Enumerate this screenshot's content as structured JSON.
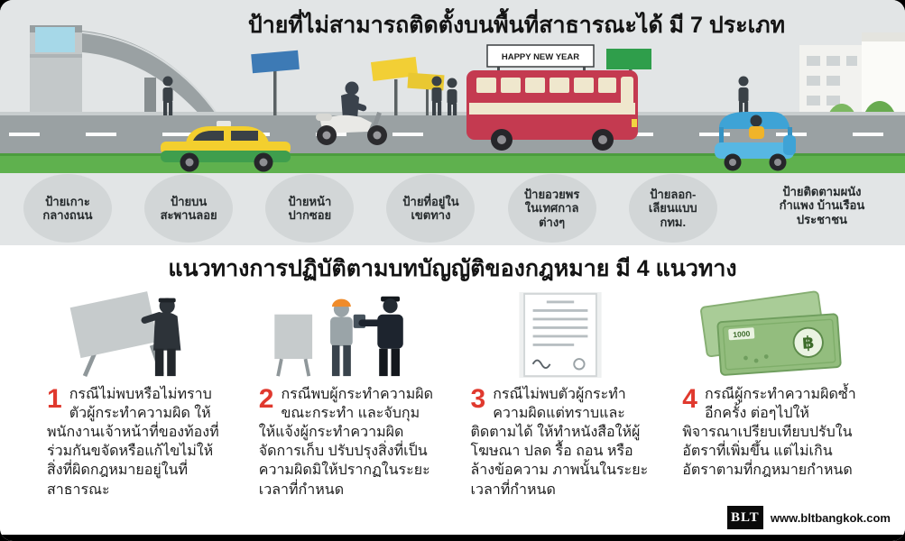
{
  "section_signs": {
    "title": "ป้ายที่ไม่สามารถติดตั้งบนพื้นที่สาธารณะได้ มี 7 ประเภท",
    "bus_banner": "HAPPY NEW YEAR",
    "types": [
      {
        "label": "ป้ายเกาะ\nกลางถนน"
      },
      {
        "label": "ป้ายบน\nสะพานลอย"
      },
      {
        "label": "ป้ายหน้า\nปากซอย"
      },
      {
        "label": "ป้ายที่อยู่ใน\nเขตทาง"
      },
      {
        "label": "ป้ายอวยพร\nในเทศกาล\nต่างๆ"
      },
      {
        "label": "ป้ายลอก-\nเลียนแบบ\nกทม."
      },
      {
        "label": "ป้ายติดตามผนัง\nกำแพง บ้านเรือน\nประชาชน"
      }
    ]
  },
  "section_guidelines": {
    "title": "แนวทางการปฏิบัติตามบทบัญญัติของกฎหมาย มี 4 แนวทาง",
    "items": [
      {
        "number": "1",
        "text": "กรณีไม่พบหรือไม่ทราบตัวผู้กระทำความผิด ให้พนักงานเจ้าหน้าที่ของท้องที่ร่วมกันขจัดหรือแก้ไขไม่ให้สิ่งที่ผิดกฎหมายอยู่ในที่สาธารณะ",
        "icon": "worker-removing-sign"
      },
      {
        "number": "2",
        "text": "กรณีพบผู้กระทำความผิดขณะกระทำ และจับกุม ให้แจ้งผู้กระทำความผิดจัดการเก็บ ปรับปรุงสิ่งที่เป็นความผิดมิให้ปรากฏในระยะเวลาที่กำหนด",
        "icon": "officer-arresting-offender"
      },
      {
        "number": "3",
        "text": "กรณีไม่พบตัวผู้กระทำความผิดแต่ทราบและติดตามได้ ให้ทำหนังสือให้ผู้โฆษณา ปลด รื้อ ถอน หรือล้างข้อความ ภาพนั้นในระยะเวลาที่กำหนด",
        "icon": "legal-document"
      },
      {
        "number": "4",
        "text": "กรณีผู้กระทำความผิดซ้ำอีกครั้ง ต่อๆไปให้พิจารณาเปรียบเทียบปรับในอัตราที่เพิ่มขึ้น แต่ไม่เกินอัตราตามที่กฎหมายกำหนด",
        "icon": "fine-banknotes",
        "banknote_symbol": "฿",
        "banknote_value": "1000"
      }
    ]
  },
  "footer": {
    "logo": "BLT",
    "site": "www.bltbangkok.com"
  },
  "colors": {
    "accent_red": "#e0392e",
    "background_gray": "#e2e5e6",
    "circle_gray": "#d2d6d7",
    "grass_green": "#5fb14e",
    "bus_red": "#c43a50",
    "taxi_yellow": "#f3cf2e",
    "taxi_green": "#3f9e4d",
    "tuktuk_blue": "#3ea3d6"
  }
}
